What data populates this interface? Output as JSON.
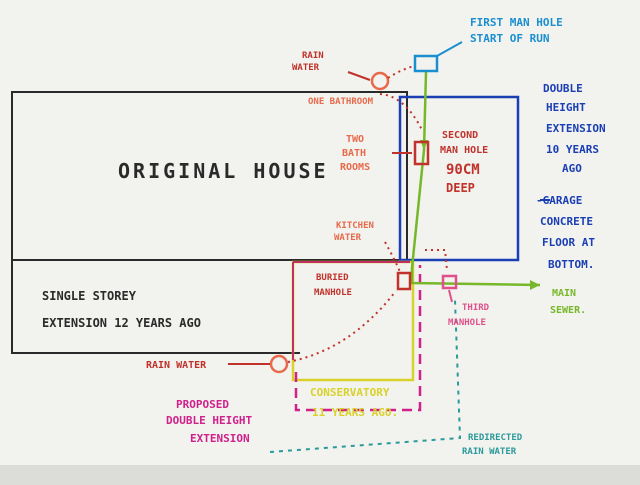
{
  "sketch": {
    "labels": {
      "first_manhole_1": "FIRST MAN HOLE",
      "first_manhole_2": "START OF RUN",
      "rain_water_top_1": "RAIN",
      "rain_water_top_2": "WATER",
      "one_bathroom": "ONE BATHROOM",
      "original_house": "ORIGINAL HOUSE",
      "two_bath_1": "TWO",
      "two_bath_2": "BATH",
      "two_bath_3": "ROOMS",
      "second_manhole_1": "SECOND",
      "second_manhole_2": "MAN HOLE",
      "second_manhole_3": "90CM",
      "second_manhole_4": "DEEP",
      "double_height_1": "DOUBLE",
      "double_height_2": "HEIGHT",
      "double_height_3": "EXTENSION",
      "double_height_4": "10 YEARS",
      "double_height_5": "AGO",
      "garage_1": "-GARAGE",
      "garage_2": "CONCRETE",
      "garage_3": "FLOOR AT",
      "garage_4": "BOTTOM.",
      "kitchen_water_1": "KITCHEN",
      "kitchen_water_2": "WATER",
      "buried_manhole_1": "BURIED",
      "buried_manhole_2": "MANHOLE",
      "third_manhole_1": "THIRD",
      "third_manhole_2": "MANHOLE",
      "main_sewer_1": "MAIN",
      "main_sewer_2": "SEWER.",
      "single_storey_1": "SINGLE STOREY",
      "single_storey_2": "EXTENSION 12 YEARS AGO",
      "rain_water_left": "RAIN WATER",
      "proposed_1": "PROPOSED",
      "proposed_2": "DOUBLE HEIGHT",
      "proposed_3": "EXTENSION",
      "conservatory_1": "CONSERVATORY",
      "conservatory_2": "11 YEARS AGO.",
      "redirected_1": "REDIRECTED",
      "redirected_2": "RAIN WATER"
    },
    "colors": {
      "paper": "#f2f2ef",
      "black": "#2a2a2a",
      "blue": "#1a3fb5",
      "lightblue": "#1a8fd0",
      "green": "#77b82a",
      "red": "#c0322a",
      "salmon": "#e86a4a",
      "pink": "#e0508a",
      "magenta": "#d0208a",
      "yellow": "#d8d22a",
      "teal": "#2a9a9a"
    }
  }
}
